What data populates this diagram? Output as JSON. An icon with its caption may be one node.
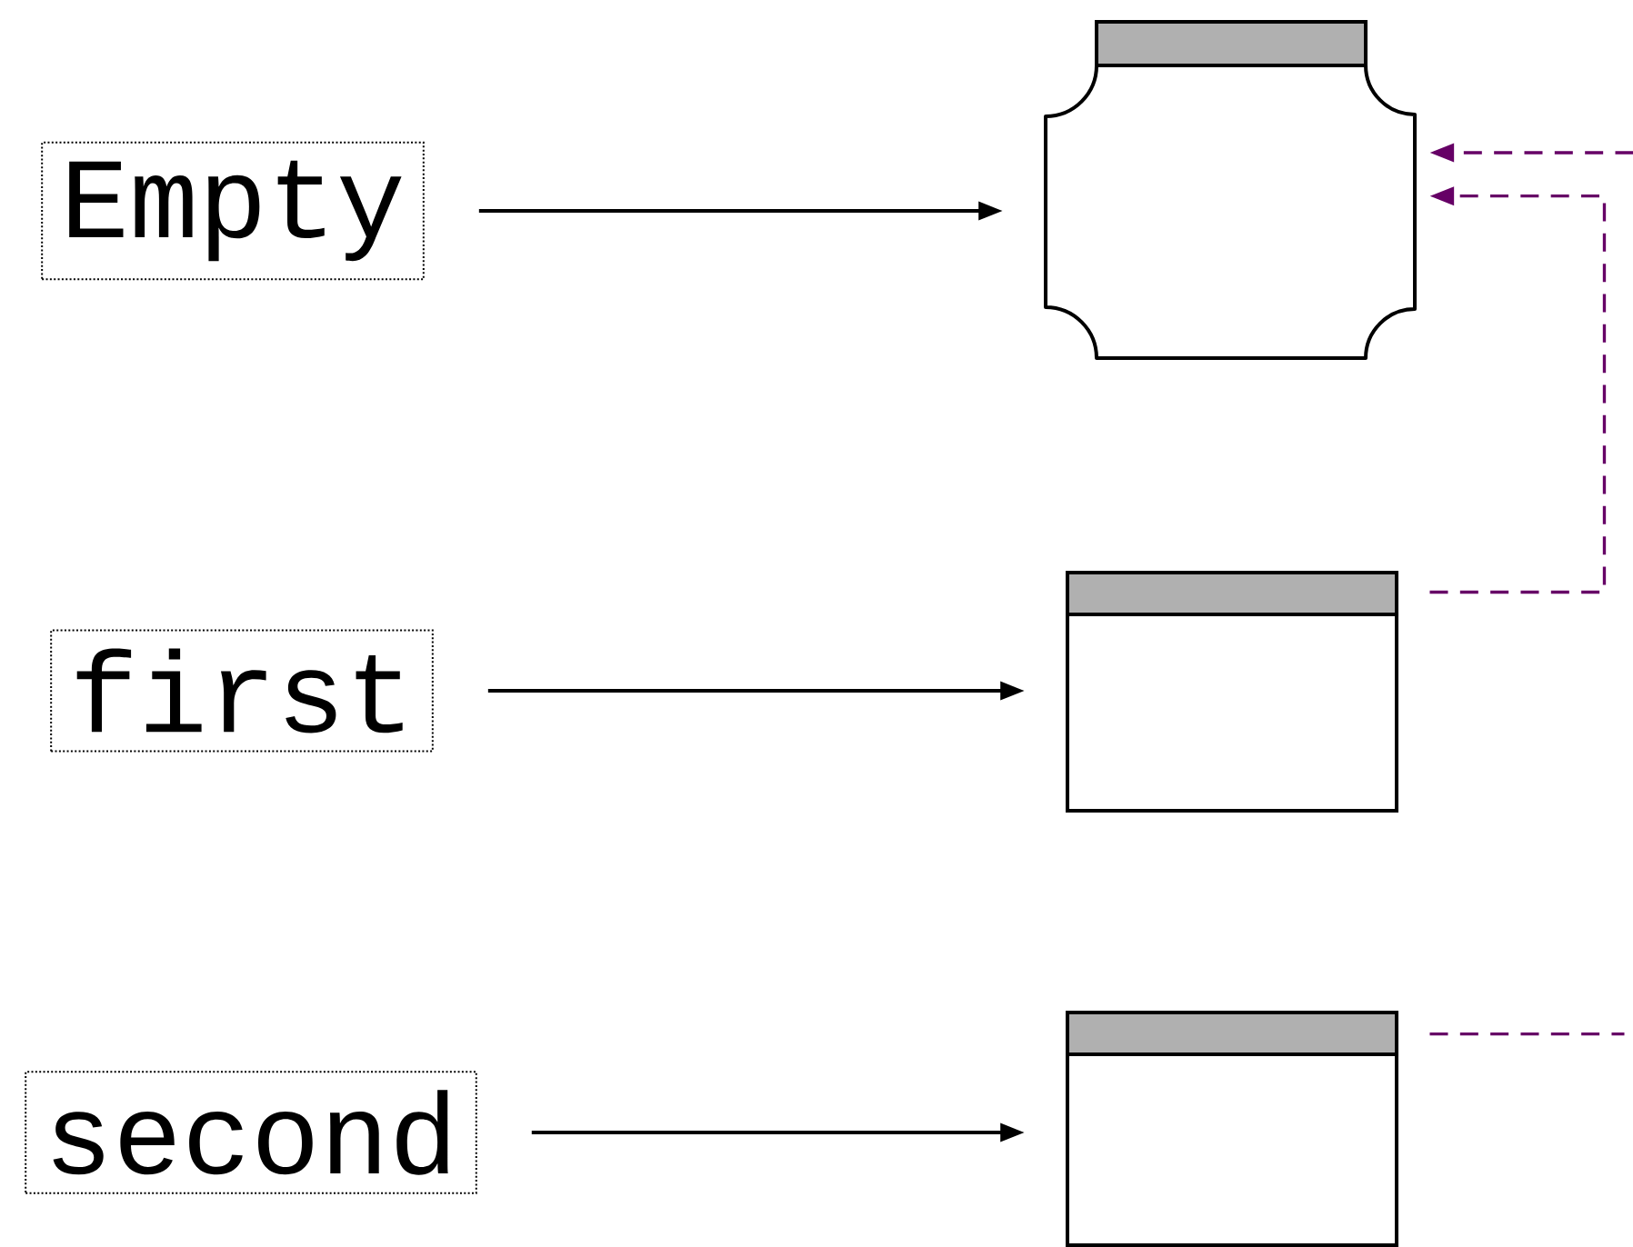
{
  "diagram": {
    "nodes": [
      {
        "text": [
          "Empty"
        ]
      },
      {
        "text": [
          "first"
        ]
      },
      {
        "text": [
          "second"
        ]
      },
      {
        "text": [],
        "shape": "box"
      },
      {
        "text": [],
        "shape": "box"
      },
      {
        "text": [],
        "shape": "box"
      }
    ],
    "edges": [
      {
        "from": 0,
        "to": 3,
        "arrow": "to"
      },
      {
        "from": 1,
        "to": 4,
        "arrow": "to"
      },
      {
        "from": 2,
        "to": 5,
        "arrow": "to"
      },
      {
        "from": null,
        "to": 3,
        "arrow": "to",
        "style": "dashed",
        "color": "#660066"
      },
      {
        "from": 4,
        "to": 3,
        "arrow": "to",
        "style": "dashed",
        "color": "#660066"
      },
      {
        "from": 5,
        "to": null,
        "arrow": "none",
        "style": "dashed",
        "color": "#660066"
      }
    ]
  }
}
